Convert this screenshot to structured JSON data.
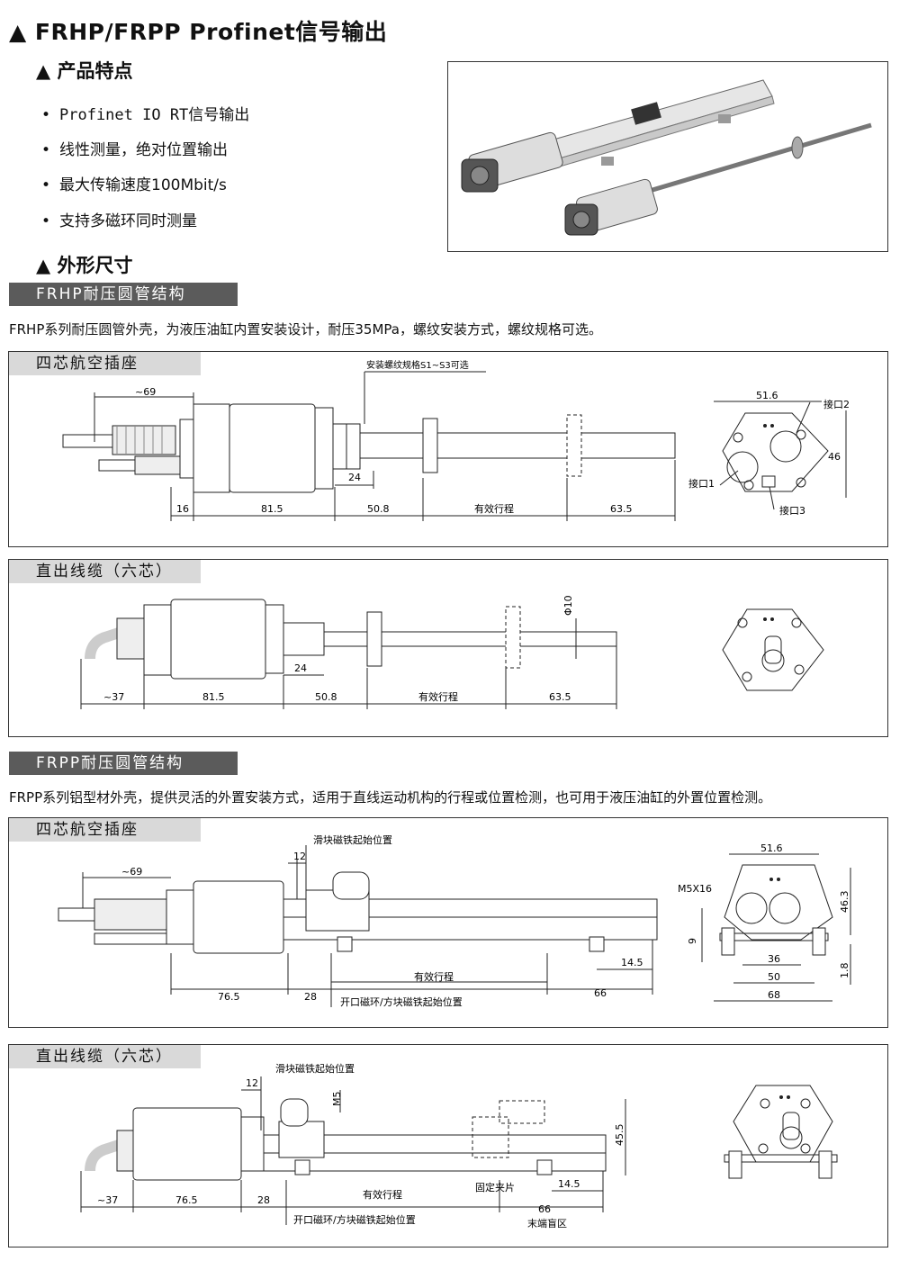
{
  "title": "▲ FRHP/FRPP Profinet信号输出",
  "features_heading": "▲ 产品特点",
  "features": [
    "Profinet IO RT信号输出",
    "线性测量，绝对位置输出",
    "最大传输速度100Mbit/s",
    "支持多磁环同时测量"
  ],
  "bullet": "•",
  "dimensions_heading": "▲ 外形尺寸",
  "frhp": {
    "bar": "FRHP耐压圆管结构",
    "desc": "FRHP系列耐压圆管外壳，为液压油缸内置安装设计，耐压35MPa，螺纹安装方式，螺纹规格可选。",
    "panel1": {
      "title": "四芯航空插座",
      "dims": {
        "d69": "~69",
        "d16": "16",
        "d815": "81.5",
        "d508": "50.8",
        "stroke": "有效行程",
        "d635": "63.5",
        "d24": "24",
        "thread": "安装螺纹规格S1~S3可选",
        "w516": "51.6",
        "h46": "46",
        "port1": "接口1",
        "port2": "接口2",
        "port3": "接口3"
      }
    },
    "panel2": {
      "title": "直出线缆（六芯）",
      "dims": {
        "d37": "~37",
        "d815": "81.5",
        "d508": "50.8",
        "stroke": "有效行程",
        "d635": "63.5",
        "d24": "24",
        "phi10": "Φ10"
      }
    }
  },
  "frpp": {
    "bar": "FRPP耐压圆管结构",
    "desc": "FRPP系列铝型材外壳，提供灵活的外置安装方式，适用于直线运动机构的行程或位置检测，也可用于液压油缸的外置位置检测。",
    "panel3": {
      "title": "四芯航空插座",
      "dims": {
        "d69": "~69",
        "d12": "12",
        "slider": "滑块磁铁起始位置",
        "stroke": "有效行程",
        "d765": "76.5",
        "d28": "28",
        "d66": "66",
        "d145": "14.5",
        "ring": "开口磁环/方块磁铁起始位置",
        "w516": "51.6",
        "m5": "M5X16",
        "h463": "46.3",
        "d9": "9",
        "d36": "36",
        "d50": "50",
        "d68": "68",
        "d18": "1.8"
      }
    },
    "panel4": {
      "title": "直出线缆（六芯）",
      "dims": {
        "d37": "~37",
        "d765": "76.5",
        "d28": "28",
        "d12": "12",
        "slider": "滑块磁铁起始位置",
        "m5": "M5",
        "stroke": "有效行程",
        "clip": "固定夹片",
        "d145": "14.5",
        "d66": "66",
        "blind": "末端盲区",
        "h455": "45.5",
        "ring": "开口磁环/方块磁铁起始位置"
      }
    }
  }
}
